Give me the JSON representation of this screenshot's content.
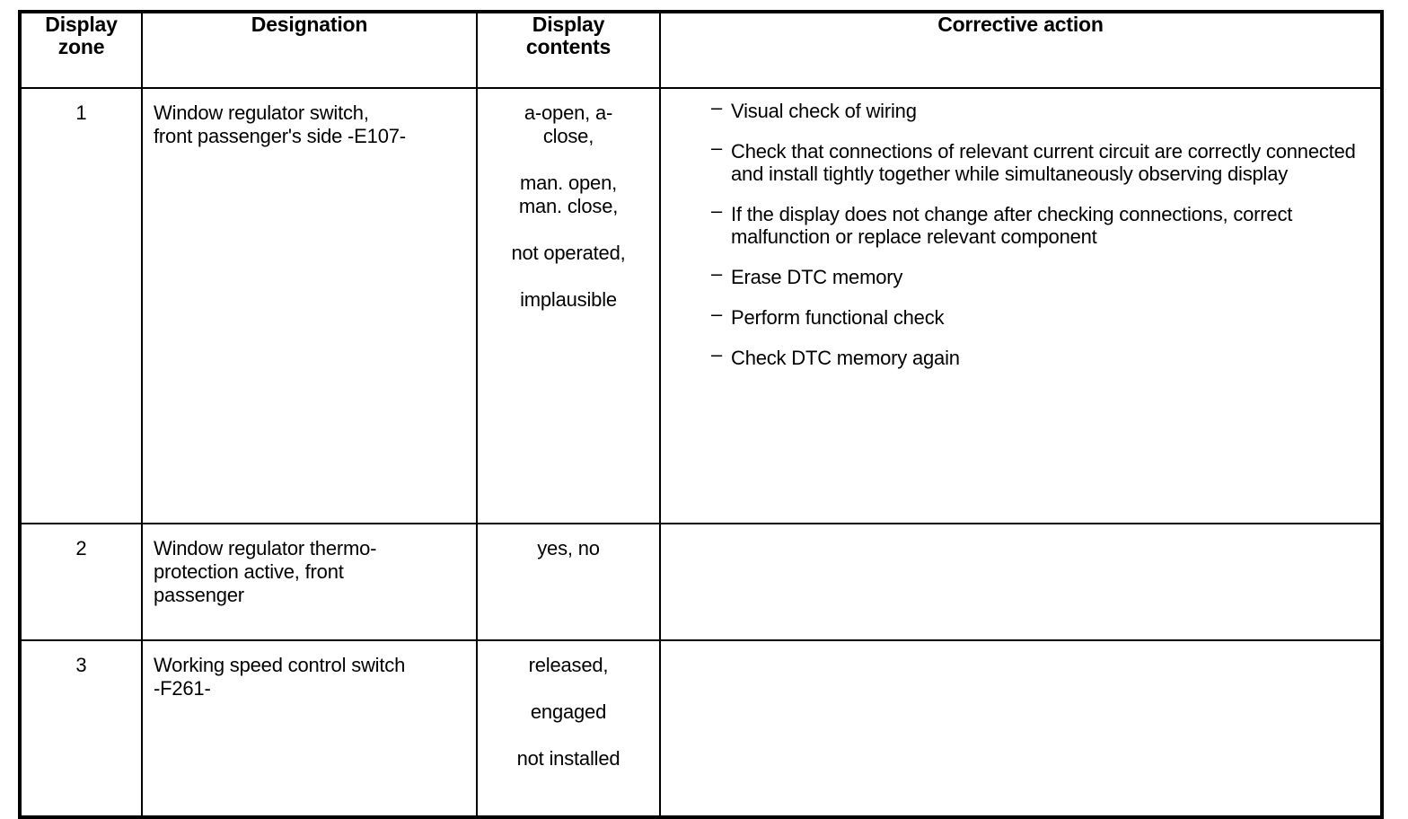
{
  "table": {
    "headers": [
      {
        "id": "display-zone",
        "label": "Display\nzone",
        "line1": "Display",
        "line2": "zone"
      },
      {
        "id": "designation",
        "label": "Designation",
        "line1": "Designation",
        "line2": ""
      },
      {
        "id": "display-contents",
        "label": "Display\ncontents",
        "line1": "Display",
        "line2": "contents"
      },
      {
        "id": "corrective-action",
        "label": "Corrective action",
        "line1": "Corrective action",
        "line2": ""
      }
    ],
    "rows": [
      {
        "zone": "1",
        "designation_lines": [
          "Window regulator switch,",
          "front passenger's side -E107-"
        ],
        "contents_blocks": [
          [
            "a-open, a-",
            "close,"
          ],
          [
            "man. open,",
            "man. close,"
          ],
          [
            "not operated,"
          ],
          [
            "implausible"
          ]
        ],
        "bullet": "–",
        "actions": [
          "Visual check of wiring",
          "Check that connections of relevant current circuit are correctly connected and install tightly together while simultaneously observing display",
          "If the display does not change after checking connections, correct malfunction or replace relevant component",
          "Erase DTC memory",
          "Perform functional check",
          "Check DTC memory again"
        ]
      },
      {
        "zone": "2",
        "designation_lines": [
          "Window regulator thermo-",
          "protection active, front",
          "passenger"
        ],
        "contents_blocks": [
          [
            "yes, no"
          ]
        ],
        "bullet": "–",
        "actions": []
      },
      {
        "zone": "3",
        "designation_lines": [
          "Working speed control switch",
          "-F261-"
        ],
        "contents_blocks": [
          [
            "released,"
          ],
          [
            "engaged"
          ],
          [
            "not installed"
          ]
        ],
        "bullet": "–",
        "actions": []
      }
    ]
  },
  "colors": {
    "border": "#000000",
    "text": "#000000",
    "background": "#ffffff"
  }
}
